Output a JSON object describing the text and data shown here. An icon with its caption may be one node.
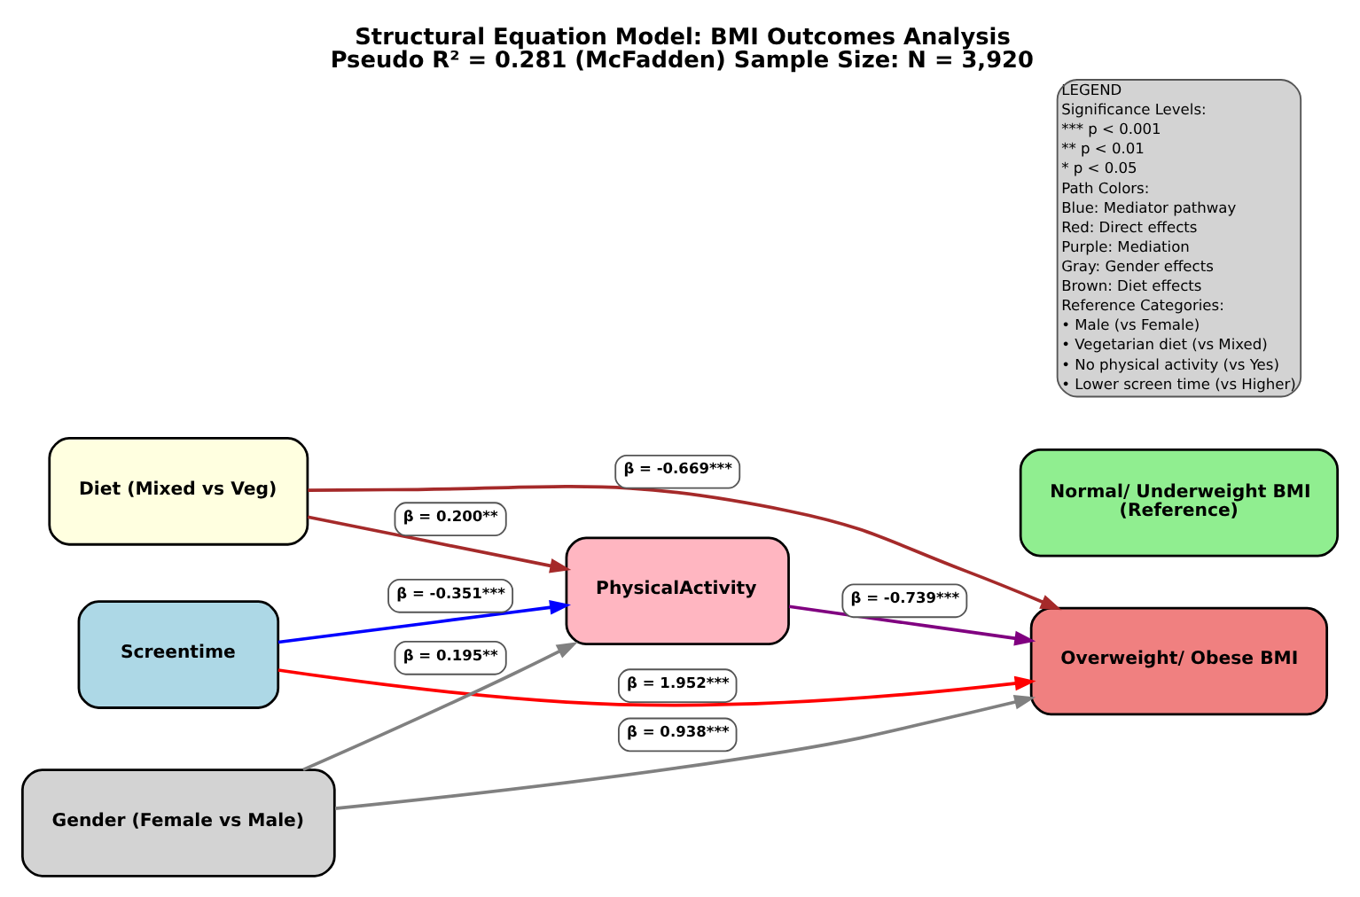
{
  "diagram": {
    "title": "Structural Equation Model: BMI Outcomes Analysis Pseudo R² = 0.281 (McFadden) Sample Size: N = 3,920",
    "nodes": [
      {
        "text": [
          "Diet (Mixed vs Veg)"
        ]
      },
      {
        "text": [
          "PhysicalActivity"
        ]
      },
      {
        "text": [
          "Normal/ Underweight BMI (Reference)"
        ]
      },
      {
        "text": [
          "Screentime"
        ]
      },
      {
        "text": [
          "Overweight/ Obese BMI"
        ]
      },
      {
        "text": [
          "Gender (Female vs Male)"
        ]
      }
    ],
    "edges": [
      {
        "from": 0,
        "to": 1,
        "arrow": "to",
        "label": "β = 0.200**",
        "color": "#a52a2a"
      },
      {
        "from": 0,
        "to": 4,
        "arrow": "to",
        "label": "β = -0.669***",
        "color": "#a52a2a"
      },
      {
        "from": 3,
        "to": 1,
        "arrow": "to",
        "label": "β = -0.351***",
        "color": "#0000ff"
      },
      {
        "from": 3,
        "to": 4,
        "arrow": "to",
        "label": "β = 1.952***",
        "color": "#ff0000"
      },
      {
        "from": 1,
        "to": 4,
        "arrow": "to",
        "label": "β = -0.739***",
        "color": "#800080"
      },
      {
        "from": 5,
        "to": 1,
        "arrow": "to",
        "label": "β = 0.195**",
        "color": "#808080"
      },
      {
        "from": 5,
        "to": 4,
        "arrow": "to",
        "label": "β = 0.938***",
        "color": "#808080"
      }
    ],
    "legend": [
      {
        "text": "LEGEND"
      },
      {
        "text": "Significance Levels:"
      },
      {
        "text": "*** p < 0.001"
      },
      {
        "text": "** p < 0.01"
      },
      {
        "text": "* p < 0.05"
      },
      {
        "text": "Path Colors:"
      },
      {
        "text": "Blue: Mediator pathway"
      },
      {
        "text": "Red: Direct effects"
      },
      {
        "text": "Purple: Mediation"
      },
      {
        "text": "Gray: Gender effects"
      },
      {
        "text": "Brown: Diet effects"
      },
      {
        "text": "Reference Categories:"
      },
      {
        "text": "• Male (vs Female)"
      },
      {
        "text": "• Vegetarian diet (vs Mixed)"
      },
      {
        "text": "• No physical activity (vs Yes)"
      },
      {
        "text": "• Lower screen time (vs Higher)"
      }
    ]
  }
}
